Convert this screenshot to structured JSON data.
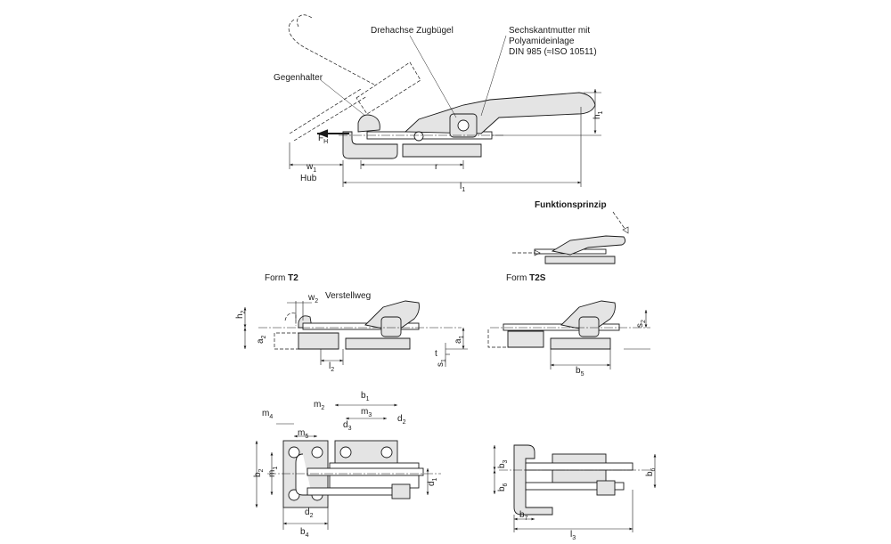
{
  "title": "Schnellspanner mit Zugbügel – Maßzeichnung",
  "callouts": {
    "drehachse": "Drehachse Zugbügel",
    "mutter_line1": "Sechskantmutter mit",
    "mutter_line2": "Polyamideinlage",
    "mutter_line3": "DIN 985 (≈ISO 10511)",
    "gegenhalter": "Gegenhalter",
    "hub": "Hub",
    "verstellweg": "Verstellweg",
    "funktionsprinzip": "Funktionsprinzip"
  },
  "forms": {
    "prefix": "Form",
    "t2": "T2",
    "t2s": "T2S"
  },
  "dimensions": {
    "force": {
      "base": "F",
      "sub": "H"
    },
    "w1": {
      "base": "w",
      "sub": "1"
    },
    "w2": {
      "base": "w",
      "sub": "2"
    },
    "r": {
      "base": "r",
      "sub": ""
    },
    "l1": {
      "base": "l",
      "sub": "1"
    },
    "l2": {
      "base": "l",
      "sub": "2"
    },
    "l3": {
      "base": "l",
      "sub": "3"
    },
    "h1": {
      "base": "h",
      "sub": "1"
    },
    "h2": {
      "base": "h",
      "sub": "2"
    },
    "a1": {
      "base": "a",
      "sub": "1"
    },
    "a2": {
      "base": "a",
      "sub": "2"
    },
    "s1": {
      "base": "s",
      "sub": "1"
    },
    "s2": {
      "base": "s",
      "sub": "2"
    },
    "t": {
      "base": "t",
      "sub": ""
    },
    "b1": {
      "base": "b",
      "sub": "1"
    },
    "b2": {
      "base": "b",
      "sub": "2"
    },
    "b3": {
      "base": "b",
      "sub": "3"
    },
    "b4": {
      "base": "b",
      "sub": "4"
    },
    "b5": {
      "base": "b",
      "sub": "5"
    },
    "b6": {
      "base": "b",
      "sub": "6"
    },
    "b7": {
      "base": "b",
      "sub": "7"
    },
    "m1": {
      "base": "m",
      "sub": "1"
    },
    "m2": {
      "base": "m",
      "sub": "2"
    },
    "m3": {
      "base": "m",
      "sub": "3"
    },
    "m4": {
      "base": "m",
      "sub": "4"
    },
    "m5": {
      "base": "m",
      "sub": "5"
    },
    "d1": {
      "base": "d",
      "sub": "1"
    },
    "d2": {
      "base": "d",
      "sub": "2"
    },
    "d3": {
      "base": "d",
      "sub": "3"
    }
  }
}
